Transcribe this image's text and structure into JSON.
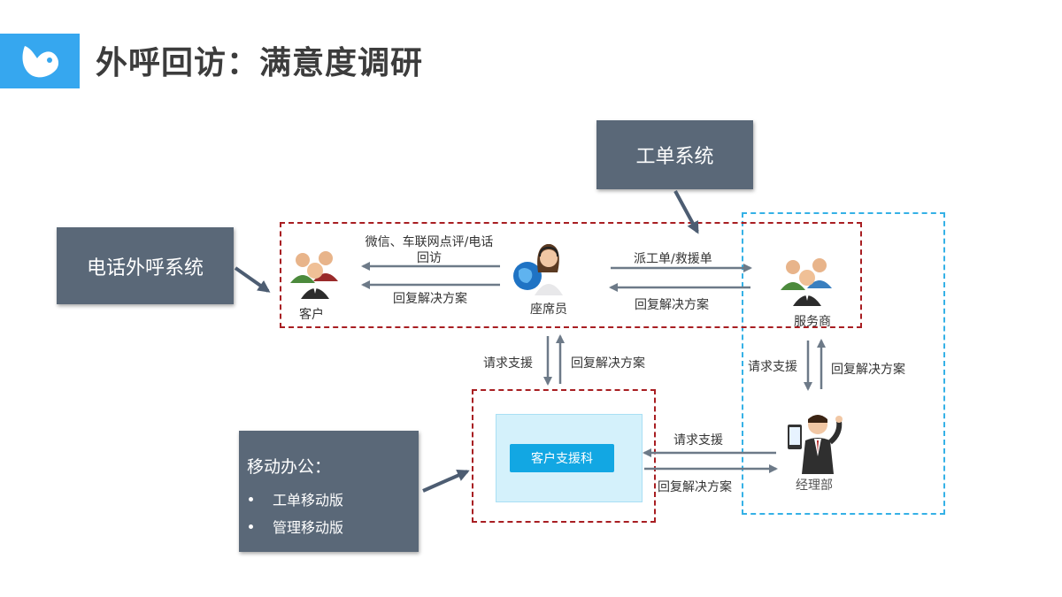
{
  "header": {
    "title": "外呼回访：满意度调研",
    "logo_icon": "bird-logo-icon",
    "accent_color": "#36a7ef"
  },
  "systems": {
    "phone_outbound": "电话外呼系统",
    "work_order": "工单系统",
    "mobile_office": {
      "title": "移动办公：",
      "items": [
        "工单移动版",
        "管理移动版"
      ]
    }
  },
  "nodes": {
    "customer": "客户",
    "agent": "座席员",
    "service_provider": "服务商",
    "support_dept": "客户支援科",
    "manager_dept": "经理部"
  },
  "flows": {
    "agent_to_customer": "微信、车联网点评/电话回访",
    "customer_reply": "回复解决方案",
    "dispatch": "派工单/救援单",
    "provider_reply": "回复解决方案",
    "agent_request": "请求支援",
    "support_reply_to_agent": "回复解决方案",
    "provider_request": "请求支援",
    "manager_reply_to_provider": "回复解决方案",
    "manager_request": "请求支援",
    "manager_reply_to_support": "回复解决方案"
  },
  "colors": {
    "dark_box": "#5a6878",
    "red_dash": "#a81e22",
    "blue_dash": "#35b1e6",
    "support_button": "#12a7e3",
    "arrow": "#6d7a88"
  }
}
